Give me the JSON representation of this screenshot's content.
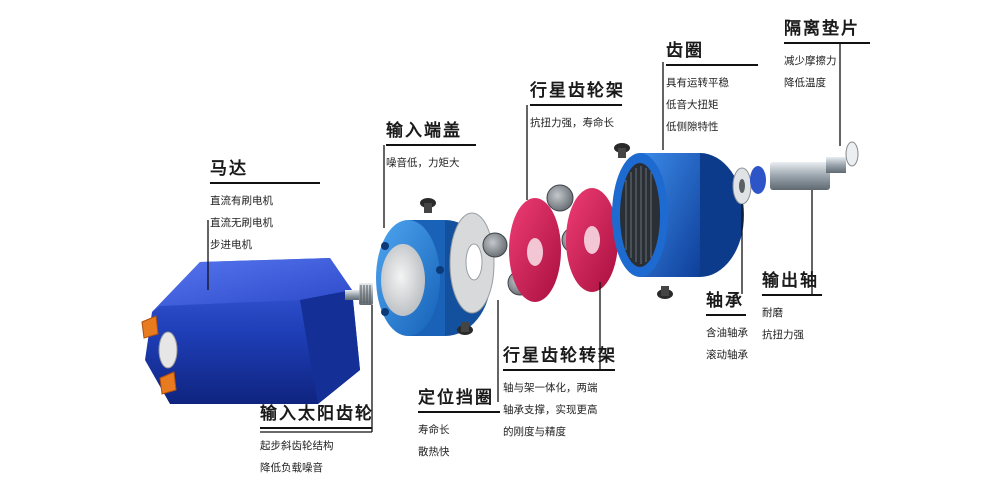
{
  "labels": {
    "motor": {
      "title": "马达",
      "lines": [
        "直流有刷电机",
        "直流无刷电机",
        "步进电机"
      ]
    },
    "sun_gear": {
      "title": "输入太阳齿轮",
      "lines": [
        "起步斜齿轮结构",
        "降低负载噪音"
      ]
    },
    "input_cap": {
      "title": "输入端盖",
      "lines": [
        "噪音低，力矩大"
      ]
    },
    "ring_stop": {
      "title": "定位挡圈",
      "lines": [
        "寿命长",
        "散热快"
      ]
    },
    "carrier": {
      "title": "行星齿轮架",
      "lines": [
        "抗扭力强，寿命长"
      ]
    },
    "carrier_rot": {
      "title": "行星齿轮转架",
      "lines": [
        "轴与架一体化，两端",
        "轴承支撑，实现更高",
        "的刚度与精度"
      ]
    },
    "ring_gear": {
      "title": "齿圈",
      "lines": [
        "具有运转平稳",
        "低音大扭矩",
        "低侧隙特性"
      ]
    },
    "bearing": {
      "title": "轴承",
      "lines": [
        "含油轴承",
        "滚动轴承"
      ]
    },
    "output": {
      "title": "输出轴",
      "lines": [
        "耐磨",
        "抗扭力强"
      ]
    },
    "washer": {
      "title": "隔离垫片",
      "lines": [
        "减少摩擦力",
        "降低温度"
      ]
    }
  },
  "colors": {
    "motor": "#1f3fb8",
    "cap": "#1f78d6",
    "carrier": "#d81a55",
    "ring": "#1b5fc7",
    "gear": "#8a8f95"
  }
}
